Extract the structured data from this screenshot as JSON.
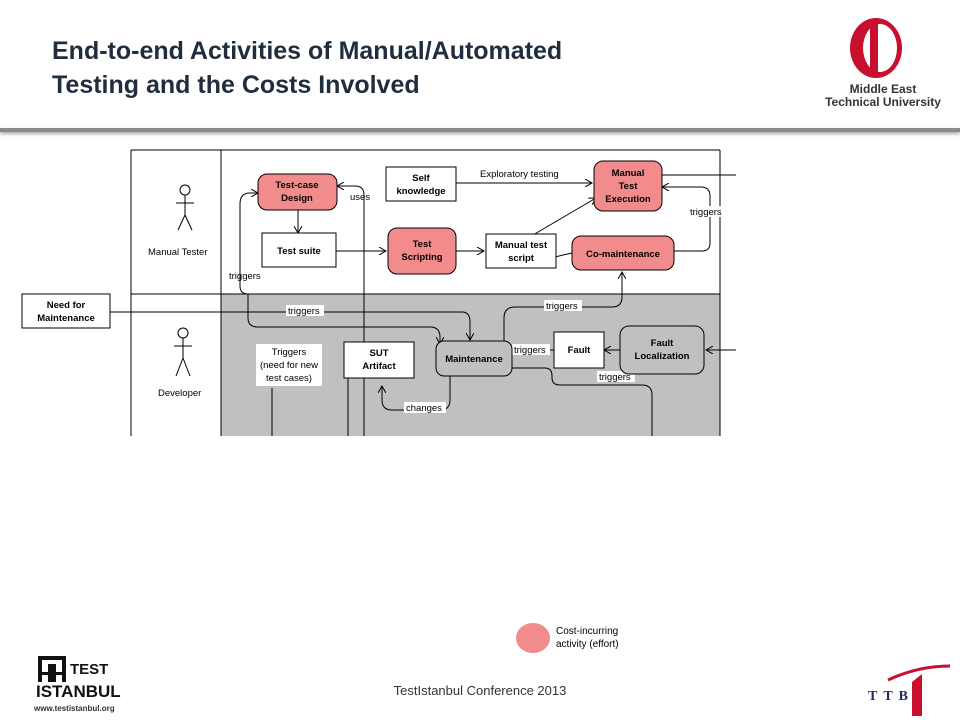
{
  "slide": {
    "title_line1": "End-to-end Activities of Manual/Automated",
    "title_line2": "Testing and the Costs Involved",
    "footer": "TestIstanbul Conference 2013"
  },
  "logos": {
    "metu_line1": "Middle East",
    "metu_line2": "Technical University",
    "testistanbul_test": "TEST",
    "testistanbul_istanbul": "ISTANBUL",
    "testistanbul_url": "www.testistanbul.org",
    "ttb": "TTB"
  },
  "colors": {
    "cost_fill": "#f28b8b",
    "lane_gray": "#c0c0c0",
    "metu_red": "#c8102e",
    "title": "#1f2d3d"
  },
  "diagram": {
    "lanes": {
      "manual_tester": "Manual Tester",
      "developer": "Developer"
    },
    "nodes": {
      "test_case_design": [
        "Test-case",
        "Design"
      ],
      "self_knowledge": [
        "Self",
        "knowledge"
      ],
      "manual_test_execution": [
        "Manual",
        "Test",
        "Execution"
      ],
      "test_suite": "Test suite",
      "test_scripting": [
        "Test",
        "Scripting"
      ],
      "manual_test_script": [
        "Manual test",
        "script"
      ],
      "co_maintenance": "Co-maintenance",
      "need_for_maintenance": [
        "Need for",
        "Maintenance"
      ],
      "triggers_note": [
        "Triggers",
        "(need for new",
        "test cases)"
      ],
      "sut_artifact": [
        "SUT",
        "Artifact"
      ],
      "maintenance": "Maintenance",
      "fault": "Fault",
      "fault_localization": [
        "Fault",
        "Localization"
      ]
    },
    "edge_labels": {
      "uses": "uses",
      "exploratory_testing": "Exploratory testing",
      "triggers_right": "triggers",
      "triggers_left": "triggers",
      "triggers_need": "triggers",
      "triggers_top": "triggers",
      "triggers_fault": "triggers",
      "triggers_bottom": "triggers",
      "changes": "changes"
    }
  },
  "legend": {
    "line1": "Cost-incurring",
    "line2": "activity (effort)"
  }
}
